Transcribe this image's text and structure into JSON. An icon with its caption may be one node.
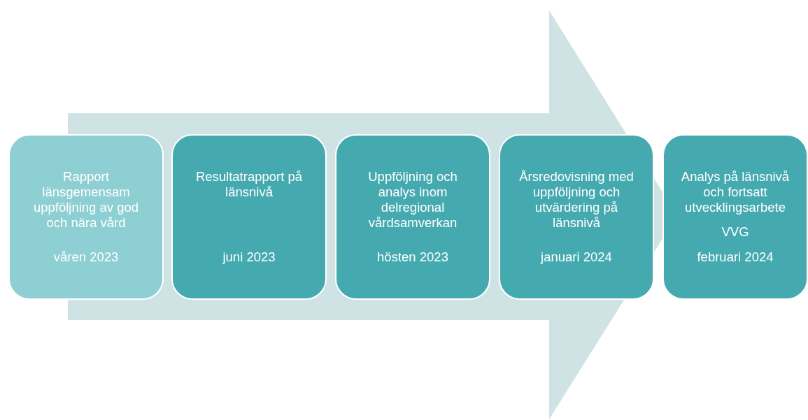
{
  "diagram": {
    "nodes": [
      {
        "text": [
          "Rapport länsgemensam uppföljning av god och nära vård",
          "våren 2023"
        ]
      },
      {
        "text": [
          "Resultatrapport på länsnivå",
          "juni 2023"
        ]
      },
      {
        "text": [
          "Uppföljning och analys inom delregional vårdsamverkan",
          "hösten 2023"
        ]
      },
      {
        "text": [
          "Årsredovisning med uppföljning och utvärdering på länsnivå",
          "januari 2024"
        ]
      },
      {
        "text": [
          "Analys på länsnivå och fortsatt utvecklingsarbete",
          "VVG",
          "februari 2024"
        ]
      }
    ],
    "edges": [
      {
        "from": 0,
        "to": 4,
        "arrow": "to"
      }
    ]
  }
}
